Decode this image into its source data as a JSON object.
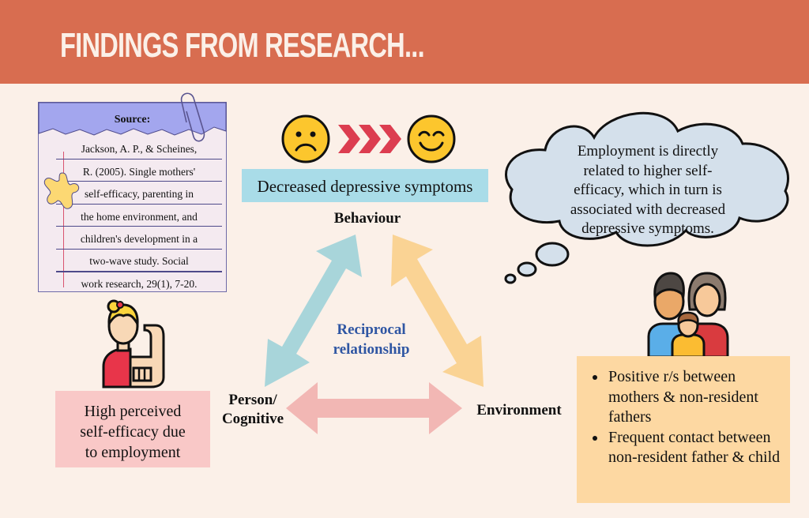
{
  "header": {
    "title": "FINDINGS FROM RESEARCH..."
  },
  "source_card": {
    "label": "Source:",
    "reference_lines": [
      "Jackson, A. P., & Scheines,",
      "R. (2005). Single mothers'",
      "self-efficacy, parenting in",
      "the home environment, and",
      "children's development in a",
      "two-wave study. Social",
      "work research, 29(1), 7-20."
    ],
    "icons": [
      "paperclip-icon",
      "sticky-star-icon"
    ]
  },
  "behaviour": {
    "icons": [
      "sad-face-icon",
      "triple-chevron-right-icon",
      "happy-face-icon"
    ],
    "box_text": "Decreased depressive symptoms",
    "node_label": "Behaviour"
  },
  "center": {
    "label_line1": "Reciprocal",
    "label_line2": "relationship"
  },
  "person": {
    "node_label_line1": "Person/",
    "node_label_line2": "Cognitive",
    "icon": "strong-woman-icon",
    "box_text": "High perceived self-efficacy due to employment",
    "box_lines": [
      "High perceived",
      "self-efficacy due",
      "to employment"
    ]
  },
  "environment": {
    "node_label": "Environment",
    "icon": "family-icon",
    "bullets": [
      "Positive r/s between mothers & non-resident fathers",
      "Frequent contact between non-resident father & child"
    ]
  },
  "thought_cloud": {
    "lines": [
      "Employment is directly",
      "related to higher self-",
      "efficacy, which in turn is",
      "associated with decreased",
      "depressive symptoms."
    ]
  },
  "colors": {
    "header": "#d86d50",
    "background": "#fbf0e8",
    "behaviour_box": "#a9dce8",
    "person_box": "#f9c8c7",
    "environment_box": "#fdd8a2",
    "arrow_teal": "#a8d5da",
    "arrow_orange": "#fad394",
    "arrow_pink": "#f2b7b4",
    "center_text": "#2f56a3",
    "chevrons": "#dc3d50"
  }
}
